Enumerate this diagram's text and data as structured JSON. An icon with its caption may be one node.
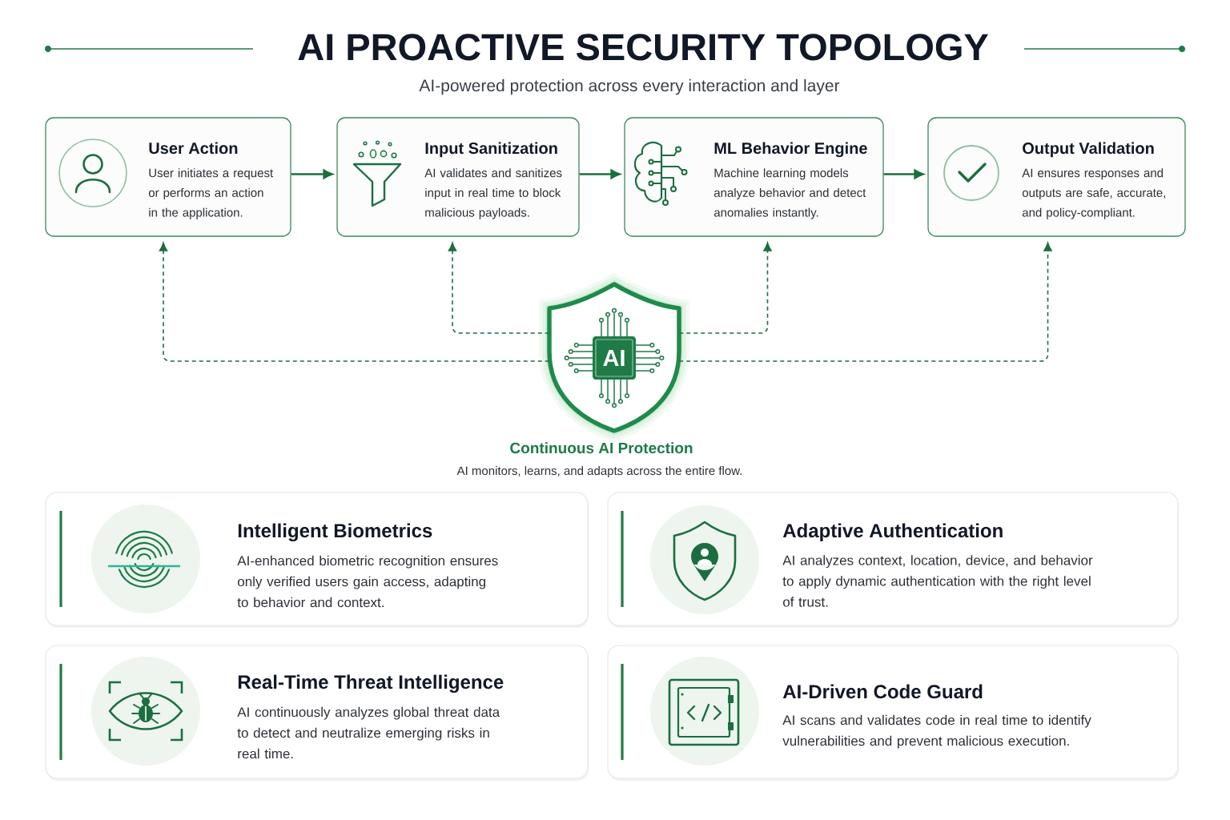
{
  "diagram": {
    "title": "AI PROACTIVE SECURITY TOPOLOGY",
    "nodes": [
      {
        "text": [
          "User Action",
          "User initiates a request or performs an action in the application."
        ]
      },
      {
        "text": [
          "Input Sanitization",
          "AI validates and sanitizes input in real time to block malicious payloads."
        ]
      },
      {
        "text": [
          "ML Behavior Engine",
          "Machine learning models analyze behavior and detect anomalies instantly."
        ]
      },
      {
        "text": [
          "Output Validation",
          "AI ensures responses and outputs are safe, accurate, and policy-compliant."
        ]
      },
      {
        "text": [
          "AI"
        ],
        "beside": [
          "Continuous AI Protection",
          "AI monitors, learns, and adapts across the entire flow."
        ]
      },
      {
        "text": [
          "Intelligent Biometrics",
          "AI-enhanced biometric recognition ensures only verified users gain access, adapting to behavior and context."
        ]
      },
      {
        "text": [
          "Adaptive Authentication",
          "AI analyzes context, location, device, and behavior to apply dynamic authentication with the right level of trust."
        ]
      },
      {
        "text": [
          "Real-Time Threat Intelligence",
          "AI continuously analyzes global threat data to detect and neutralize emerging risks in real time."
        ]
      },
      {
        "text": [
          "AI-Driven Code Guard",
          "AI scans and validates code in real time to identify vulnerabilities and prevent malicious execution."
        ]
      }
    ],
    "edges": [
      {
        "from": 0,
        "to": 1,
        "arrow": "to"
      },
      {
        "from": 1,
        "to": 2,
        "arrow": "to"
      },
      {
        "from": 2,
        "to": 3,
        "arrow": "to"
      },
      {
        "from": 4,
        "to": 0,
        "arrow": "to",
        "style": "dashed"
      },
      {
        "from": 4,
        "to": 1,
        "arrow": "to",
        "style": "dashed"
      },
      {
        "from": 4,
        "to": 2,
        "arrow": "to",
        "style": "dashed"
      },
      {
        "from": 4,
        "to": 3,
        "arrow": "to",
        "style": "dashed"
      }
    ],
    "labels": [
      "AI-powered protection across every interaction and layer"
    ]
  }
}
